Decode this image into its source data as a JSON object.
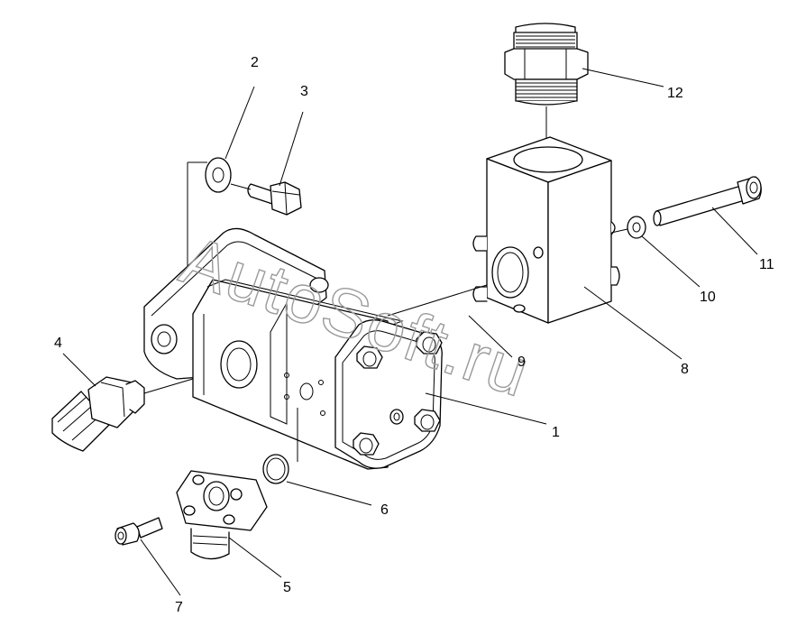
{
  "watermark": "AutoSoft.ru",
  "callouts": [
    {
      "id": "1",
      "text": "1"
    },
    {
      "id": "2",
      "text": "2"
    },
    {
      "id": "3",
      "text": "3"
    },
    {
      "id": "4",
      "text": "4"
    },
    {
      "id": "5",
      "text": "5"
    },
    {
      "id": "6",
      "text": "6"
    },
    {
      "id": "7",
      "text": "7"
    },
    {
      "id": "8",
      "text": "8"
    },
    {
      "id": "9",
      "text": "9"
    },
    {
      "id": "10",
      "text": "10"
    },
    {
      "id": "11",
      "text": "11"
    },
    {
      "id": "12",
      "text": "12"
    }
  ]
}
